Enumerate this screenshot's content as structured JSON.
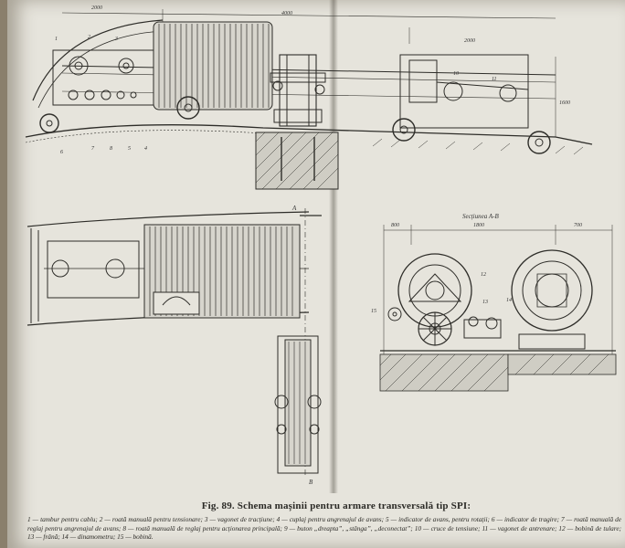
{
  "figure": {
    "caption": "Fig. 89. Schema mașinii pentru armare transversală tip SPI:",
    "legend": "1 — tambur pentru cablu; 2 — roată manuală pentru tensionare; 3 — vagonet de tracțiune; 4 — cuplaj pentru angrenajul de avans; 5 — indicator de avans, pentru rotații; 6 — indicator de tragire; 7 — roată manuală de reglaj pentru angrenajul de avans; 8 — roată manuală de reglaj pentru acționarea principală; 9 — buton „dreapta”, „stânga”, „deconectat”; 10 — cruce de tensiune; 11 — vagonet de antrenare; 12 — bobină de tulare; 13 — frână; 14 — dinamometru; 15 — bobină.",
    "section_title": "Secțiunea A-B",
    "section_marks": [
      "A",
      "B"
    ]
  },
  "dimensions": {
    "top_left": "2000",
    "top_middle": "4000",
    "top_right": "2000",
    "right_height": "1600",
    "section_left": "800",
    "section_middle": "1800",
    "section_right": "700"
  },
  "part_numbers": {
    "top_left": [
      "1",
      "2",
      "3",
      "4",
      "5",
      "6",
      "7",
      "8"
    ],
    "top_right": [
      "10",
      "11"
    ],
    "section": [
      "12",
      "13",
      "14",
      "15"
    ]
  }
}
